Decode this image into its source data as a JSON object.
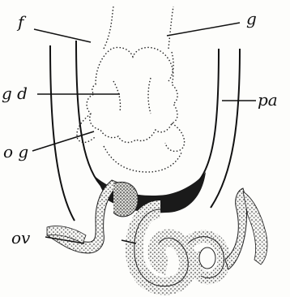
{
  "figure": {
    "labels": {
      "f": "f",
      "g": "g",
      "gd": "g d",
      "pa": "pa",
      "og": "o g",
      "ov": "ov"
    }
  },
  "colors": {
    "ink": "#111111",
    "stipple": "#555555",
    "dark_fill": "#1a1a1a",
    "paper": "#fdfdfb"
  }
}
